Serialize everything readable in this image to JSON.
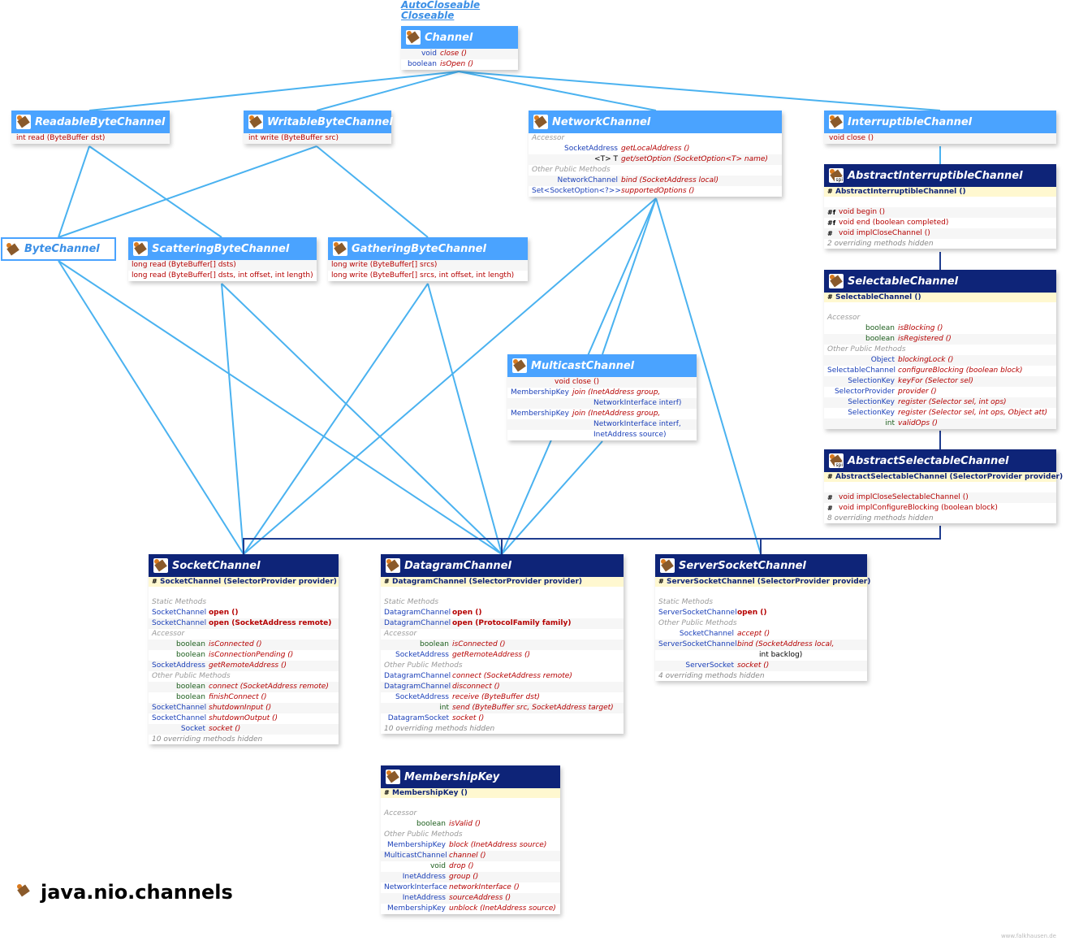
{
  "package_title": "java.nio.channels",
  "watermark": "www.falkhausen.de",
  "supertypes": [
    "AutoCloseable",
    "Closeable"
  ],
  "colors": {
    "interface_header": "#4aa3ff",
    "class_header": "#0e2478",
    "interface_link": "#4ab2f0",
    "class_link": "#1f3d8f",
    "method": "#b50000",
    "type": "#1a3fb8"
  },
  "channel": {
    "title": "Channel",
    "rows": [
      [
        "void",
        "close ()"
      ],
      [
        "boolean",
        "isOpen ()"
      ]
    ]
  },
  "readable": {
    "title": "ReadableByteChannel",
    "row": "int  read (ByteBuffer dst)"
  },
  "writable": {
    "title": "WritableByteChannel",
    "row": "int  write (ByteBuffer src)"
  },
  "network": {
    "title": "NetworkChannel",
    "sec1": "Accessor",
    "r1t": "SocketAddress",
    "r1m": "getLocalAddress ()",
    "r2t": "<T> T",
    "r2m": "get/setOption (SocketOption<T> name)",
    "sec2": "Other Public Methods",
    "r3t": "NetworkChannel",
    "r3m": "bind (SocketAddress local)",
    "r4t": "Set<SocketOption<?>>",
    "r4m": "supportedOptions ()"
  },
  "interruptible": {
    "title": "InterruptibleChannel",
    "row": "void  close ()"
  },
  "abstract_interruptible": {
    "title": "AbstractInterruptibleChannel",
    "ctor": "AbstractInterruptibleChannel ()",
    "r1": "void  begin ()",
    "r2": "void  end (boolean completed)",
    "r3": "void  implCloseChannel ()",
    "hidden": "2 overriding methods hidden"
  },
  "bytechannel": {
    "title": "ByteChannel"
  },
  "scattering": {
    "title": "ScatteringByteChannel",
    "r1": "long  read (ByteBuffer[] dsts)",
    "r2": "long  read (ByteBuffer[] dsts, int offset, int length)"
  },
  "gathering": {
    "title": "GatheringByteChannel",
    "r1": "long  write (ByteBuffer[] srcs)",
    "r2": "long  write (ByteBuffer[] srcs, int offset, int length)"
  },
  "selectable": {
    "title": "SelectableChannel",
    "ctor": "SelectableChannel ()",
    "sec1": "Accessor",
    "r1t": "boolean",
    "r1m": "isBlocking ()",
    "r2t": "boolean",
    "r2m": "isRegistered ()",
    "sec2": "Other Public Methods",
    "r3t": "Object",
    "r3m": "blockingLock ()",
    "r4t": "SelectableChannel",
    "r4m": "configureBlocking (boolean block)",
    "r5t": "SelectionKey",
    "r5m": "keyFor (Selector sel)",
    "r6t": "SelectorProvider",
    "r6m": "provider ()",
    "r7t": "SelectionKey",
    "r7m": "register (Selector sel, int ops)",
    "r8t": "SelectionKey",
    "r8m": "register (Selector sel, int ops, Object att)",
    "r9t": "int",
    "r9m": "validOps ()"
  },
  "multicast": {
    "title": "MulticastChannel",
    "r1": "void  close ()",
    "r2t": "MembershipKey",
    "r2m": "join (InetAddress group,",
    "r2b": "NetworkInterface interf)",
    "r3t": "MembershipKey",
    "r3m": "join (InetAddress group,",
    "r3b": "NetworkInterface interf,",
    "r3c": "InetAddress source)"
  },
  "abstract_selectable": {
    "title": "AbstractSelectableChannel",
    "ctor": "AbstractSelectableChannel (SelectorProvider provider)",
    "r1": "void  implCloseSelectableChannel ()",
    "r2": "void  implConfigureBlocking (boolean block)",
    "hidden": "8 overriding methods hidden"
  },
  "socket": {
    "title": "SocketChannel",
    "ctor": "SocketChannel (SelectorProvider provider)",
    "sec1": "Static Methods",
    "r1t": "SocketChannel",
    "r1m": "open ()",
    "r2t": "SocketChannel",
    "r2m": "open (SocketAddress remote)",
    "sec2": "Accessor",
    "r3t": "boolean",
    "r3m": "isConnected ()",
    "r4t": "boolean",
    "r4m": "isConnectionPending ()",
    "r5t": "SocketAddress",
    "r5m": "getRemoteAddress ()",
    "sec3": "Other Public Methods",
    "r6t": "boolean",
    "r6m": "connect (SocketAddress remote)",
    "r7t": "boolean",
    "r7m": "finishConnect ()",
    "r8t": "SocketChannel",
    "r8m": "shutdownInput ()",
    "r9t": "SocketChannel",
    "r9m": "shutdownOutput ()",
    "r10t": "Socket",
    "r10m": "socket ()",
    "hidden": "10 overriding methods hidden"
  },
  "datagram": {
    "title": "DatagramChannel",
    "ctor": "DatagramChannel (SelectorProvider provider)",
    "sec1": "Static Methods",
    "r1t": "DatagramChannel",
    "r1m": "open ()",
    "r2t": "DatagramChannel",
    "r2m": "open (ProtocolFamily family)",
    "sec2": "Accessor",
    "r3t": "boolean",
    "r3m": "isConnected ()",
    "r4t": "SocketAddress",
    "r4m": "getRemoteAddress ()",
    "sec3": "Other Public Methods",
    "r5t": "DatagramChannel",
    "r5m": "connect (SocketAddress remote)",
    "r6t": "DatagramChannel",
    "r6m": "disconnect ()",
    "r7t": "SocketAddress",
    "r7m": "receive (ByteBuffer dst)",
    "r8t": "int",
    "r8m": "send (ByteBuffer src, SocketAddress target)",
    "r9t": "DatagramSocket",
    "r9m": "socket ()",
    "hidden": "10 overriding methods hidden"
  },
  "serversocket": {
    "title": "ServerSocketChannel",
    "ctor": "ServerSocketChannel (SelectorProvider provider)",
    "sec1": "Static Methods",
    "r1t": "ServerSocketChannel",
    "r1m": "open ()",
    "sec2": "Other Public Methods",
    "r2t": "SocketChannel",
    "r2m": "accept ()",
    "r3t": "ServerSocketChannel",
    "r3m": "bind (SocketAddress local,",
    "r3b": "int backlog)",
    "r4t": "ServerSocket",
    "r4m": "socket ()",
    "hidden": "4 overriding methods hidden"
  },
  "membership": {
    "title": "MembershipKey",
    "ctor": "MembershipKey ()",
    "sec1": "Accessor",
    "r1t": "boolean",
    "r1m": "isValid ()",
    "sec2": "Other Public Methods",
    "r2t": "MembershipKey",
    "r2m": "block (InetAddress source)",
    "r3t": "MulticastChannel",
    "r3m": "channel ()",
    "r4t": "void",
    "r4m": "drop ()",
    "r5t": "InetAddress",
    "r5m": "group ()",
    "r6t": "NetworkInterface",
    "r6m": "networkInterface ()",
    "r7t": "InetAddress",
    "r7m": "sourceAddress ()",
    "r8t": "MembershipKey",
    "r8m": "unblock (InetAddress source)"
  }
}
